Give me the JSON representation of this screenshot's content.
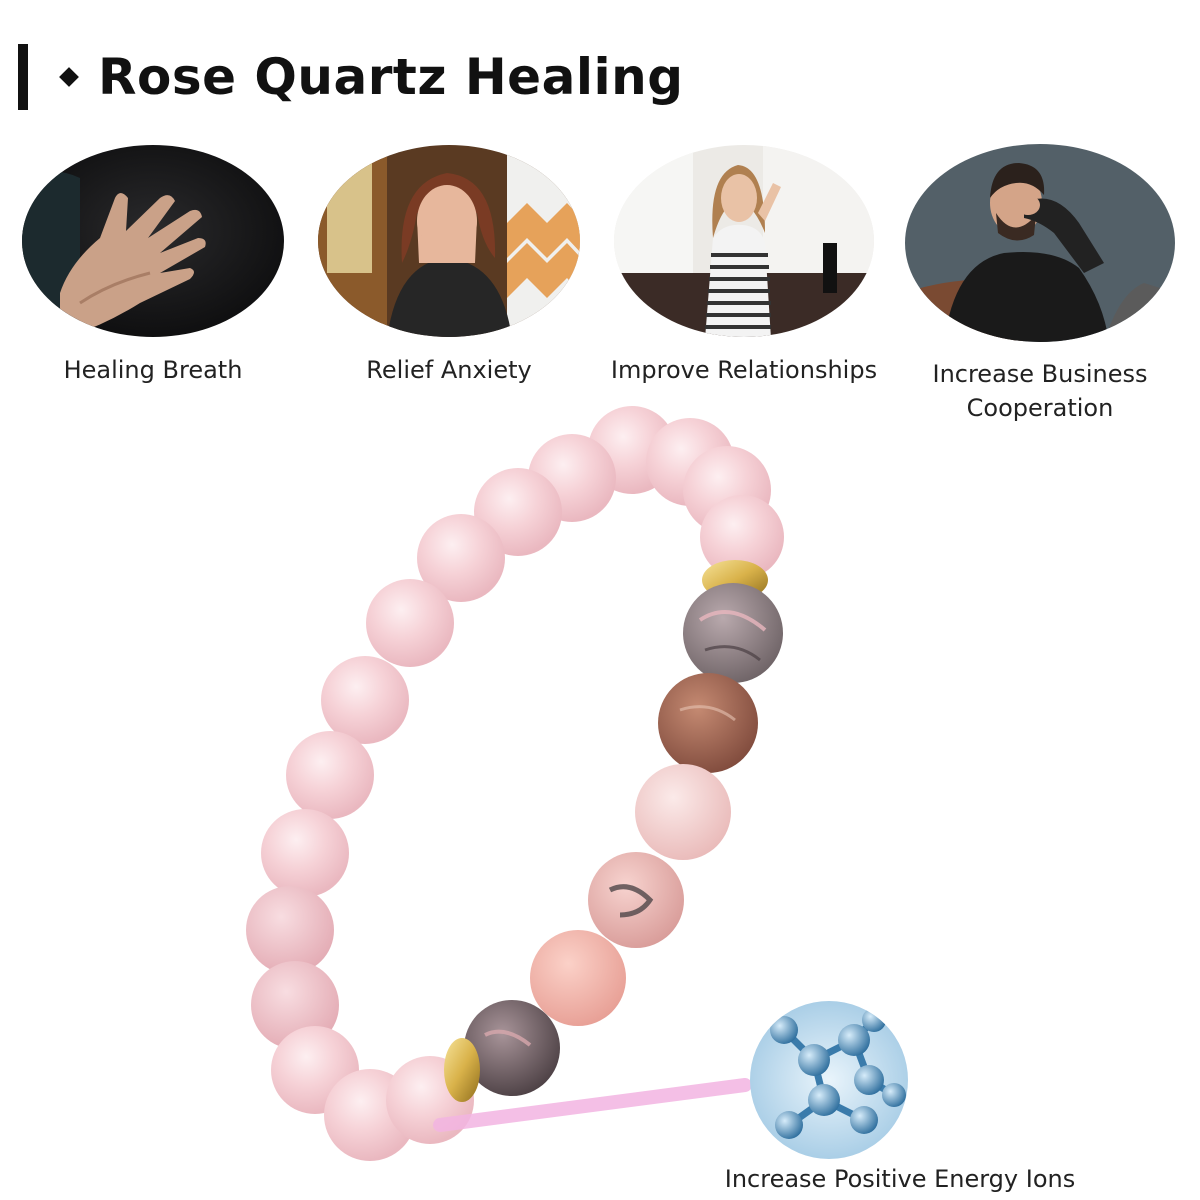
{
  "header": {
    "title": "Rose Quartz Healing"
  },
  "benefits": [
    {
      "label": "Healing Breath",
      "icon": "hand-on-chest-photo"
    },
    {
      "label": "Relief Anxiety",
      "icon": "woman-covering-face-photo"
    },
    {
      "label": "Improve Relationships",
      "icon": "woman-leaning-on-wall-photo"
    },
    {
      "label": "Increase Business Cooperation",
      "icon": "man-holding-head-photo"
    }
  ],
  "energy": {
    "label": "Increase Positive Energy Ions",
    "icon": "molecule-icon"
  },
  "colors": {
    "rose_quartz": "#f4c9cf",
    "gold_spacer": "#d9b24a",
    "zebra_jasper": "#8a7e82",
    "red_jasper": "#a0604e",
    "pink_opal": "#f1c6c5",
    "energy_line": "#f3b5e2"
  }
}
